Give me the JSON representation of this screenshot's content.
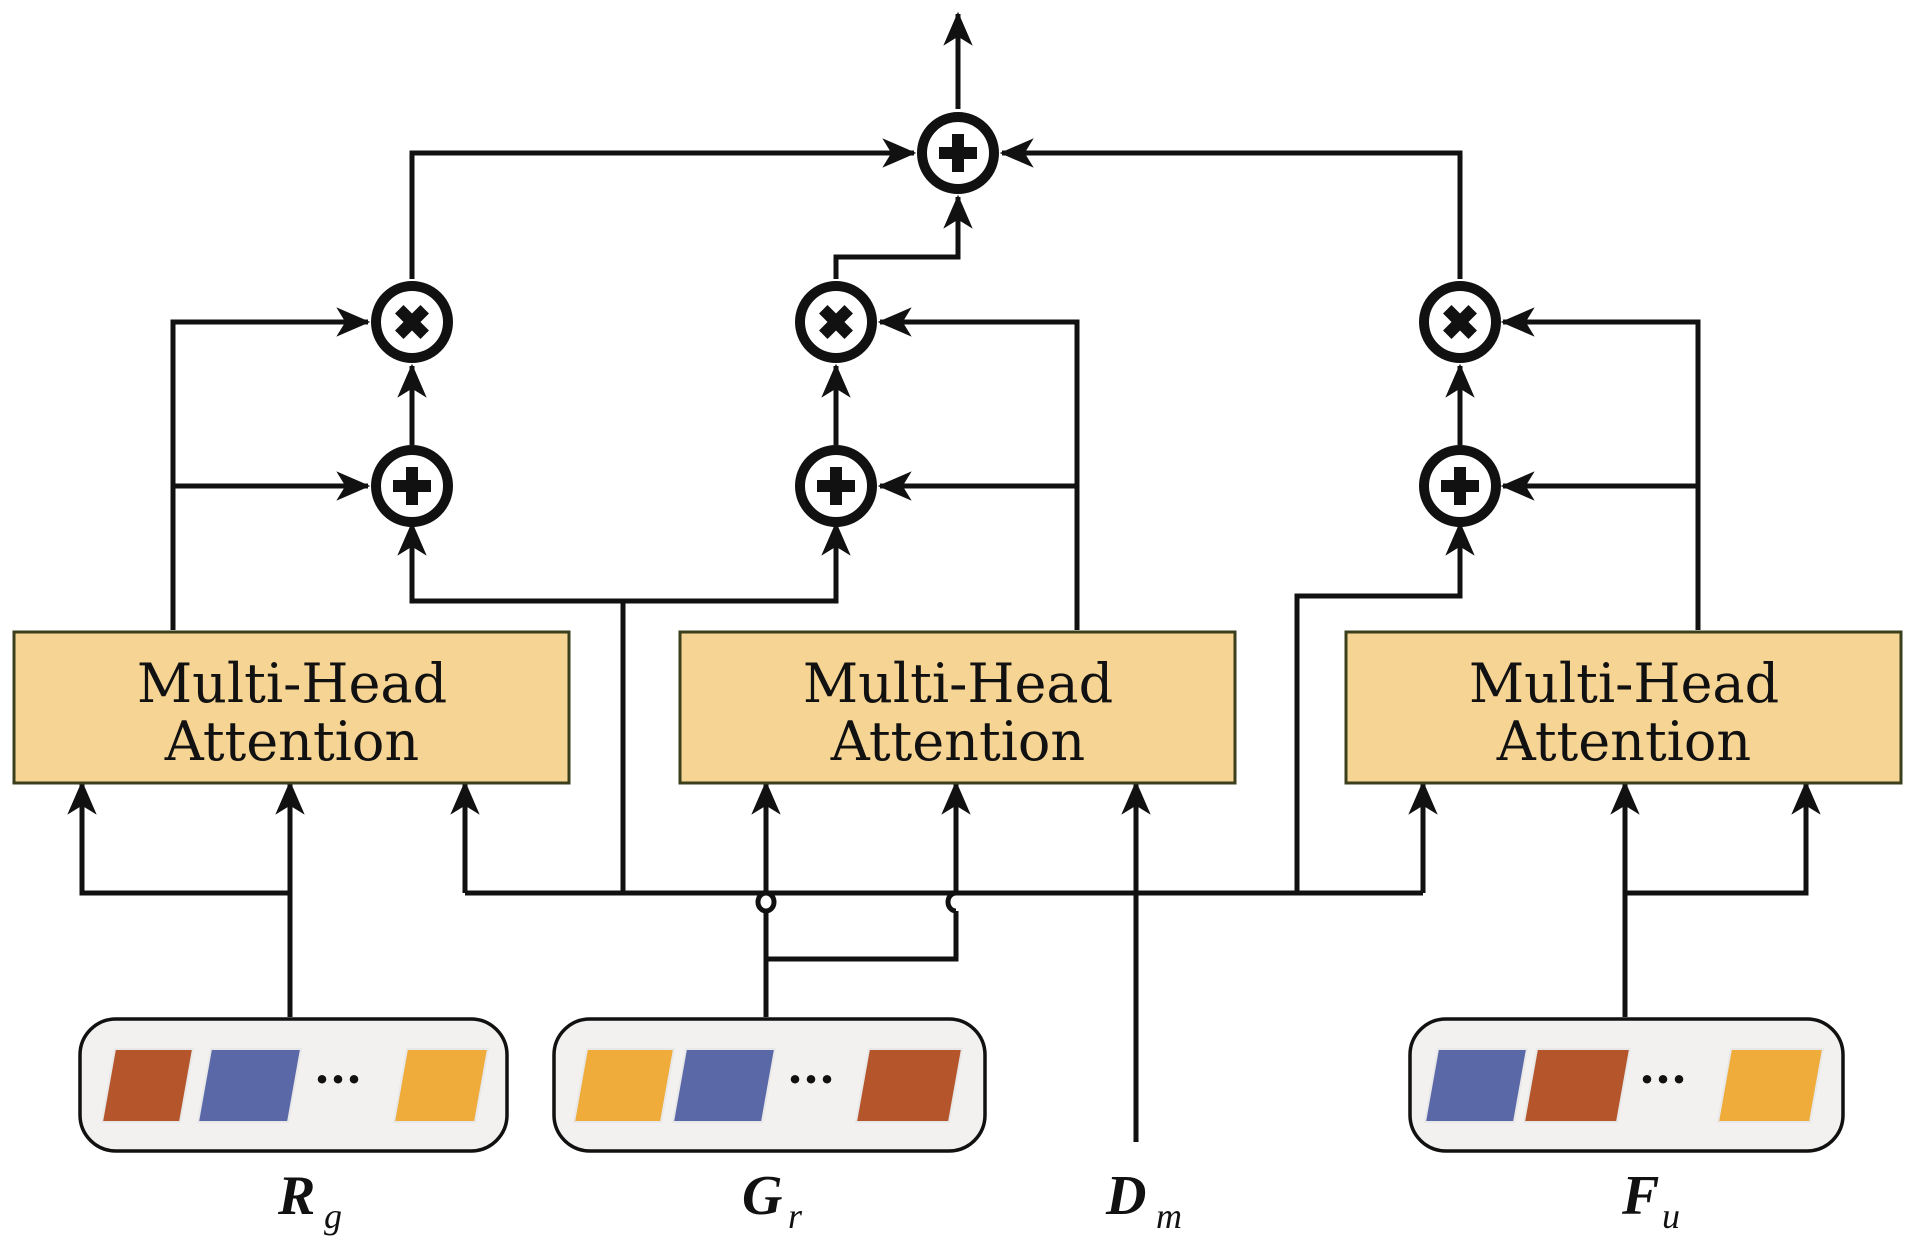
{
  "diagram": {
    "attention_blocks": [
      {
        "line1": "Multi-Head",
        "line2": "Attention"
      },
      {
        "line1": "Multi-Head",
        "line2": "Attention"
      },
      {
        "line1": "Multi-Head",
        "line2": "Attention"
      }
    ],
    "inputs": [
      {
        "symbol": "R",
        "subscript": "g",
        "ellipsis": "···",
        "token_colors": [
          "#b5552b",
          "#5a68a8",
          "#efac3b"
        ]
      },
      {
        "symbol": "G",
        "subscript": "r",
        "ellipsis": "···",
        "token_colors": [
          "#efac3b",
          "#5a68a8",
          "#b5552b"
        ]
      },
      {
        "symbol": "D",
        "subscript": "m"
      },
      {
        "symbol": "F",
        "subscript": "u",
        "ellipsis": "···",
        "token_colors": [
          "#5a68a8",
          "#b5552b",
          "#efac3b"
        ]
      }
    ],
    "colors": {
      "attention_fill": "#f5d494",
      "attention_border": "#3b3f1c",
      "input_group_fill": "#f3f1ef",
      "line": "#111111"
    },
    "operators": [
      "add",
      "multiply"
    ]
  }
}
